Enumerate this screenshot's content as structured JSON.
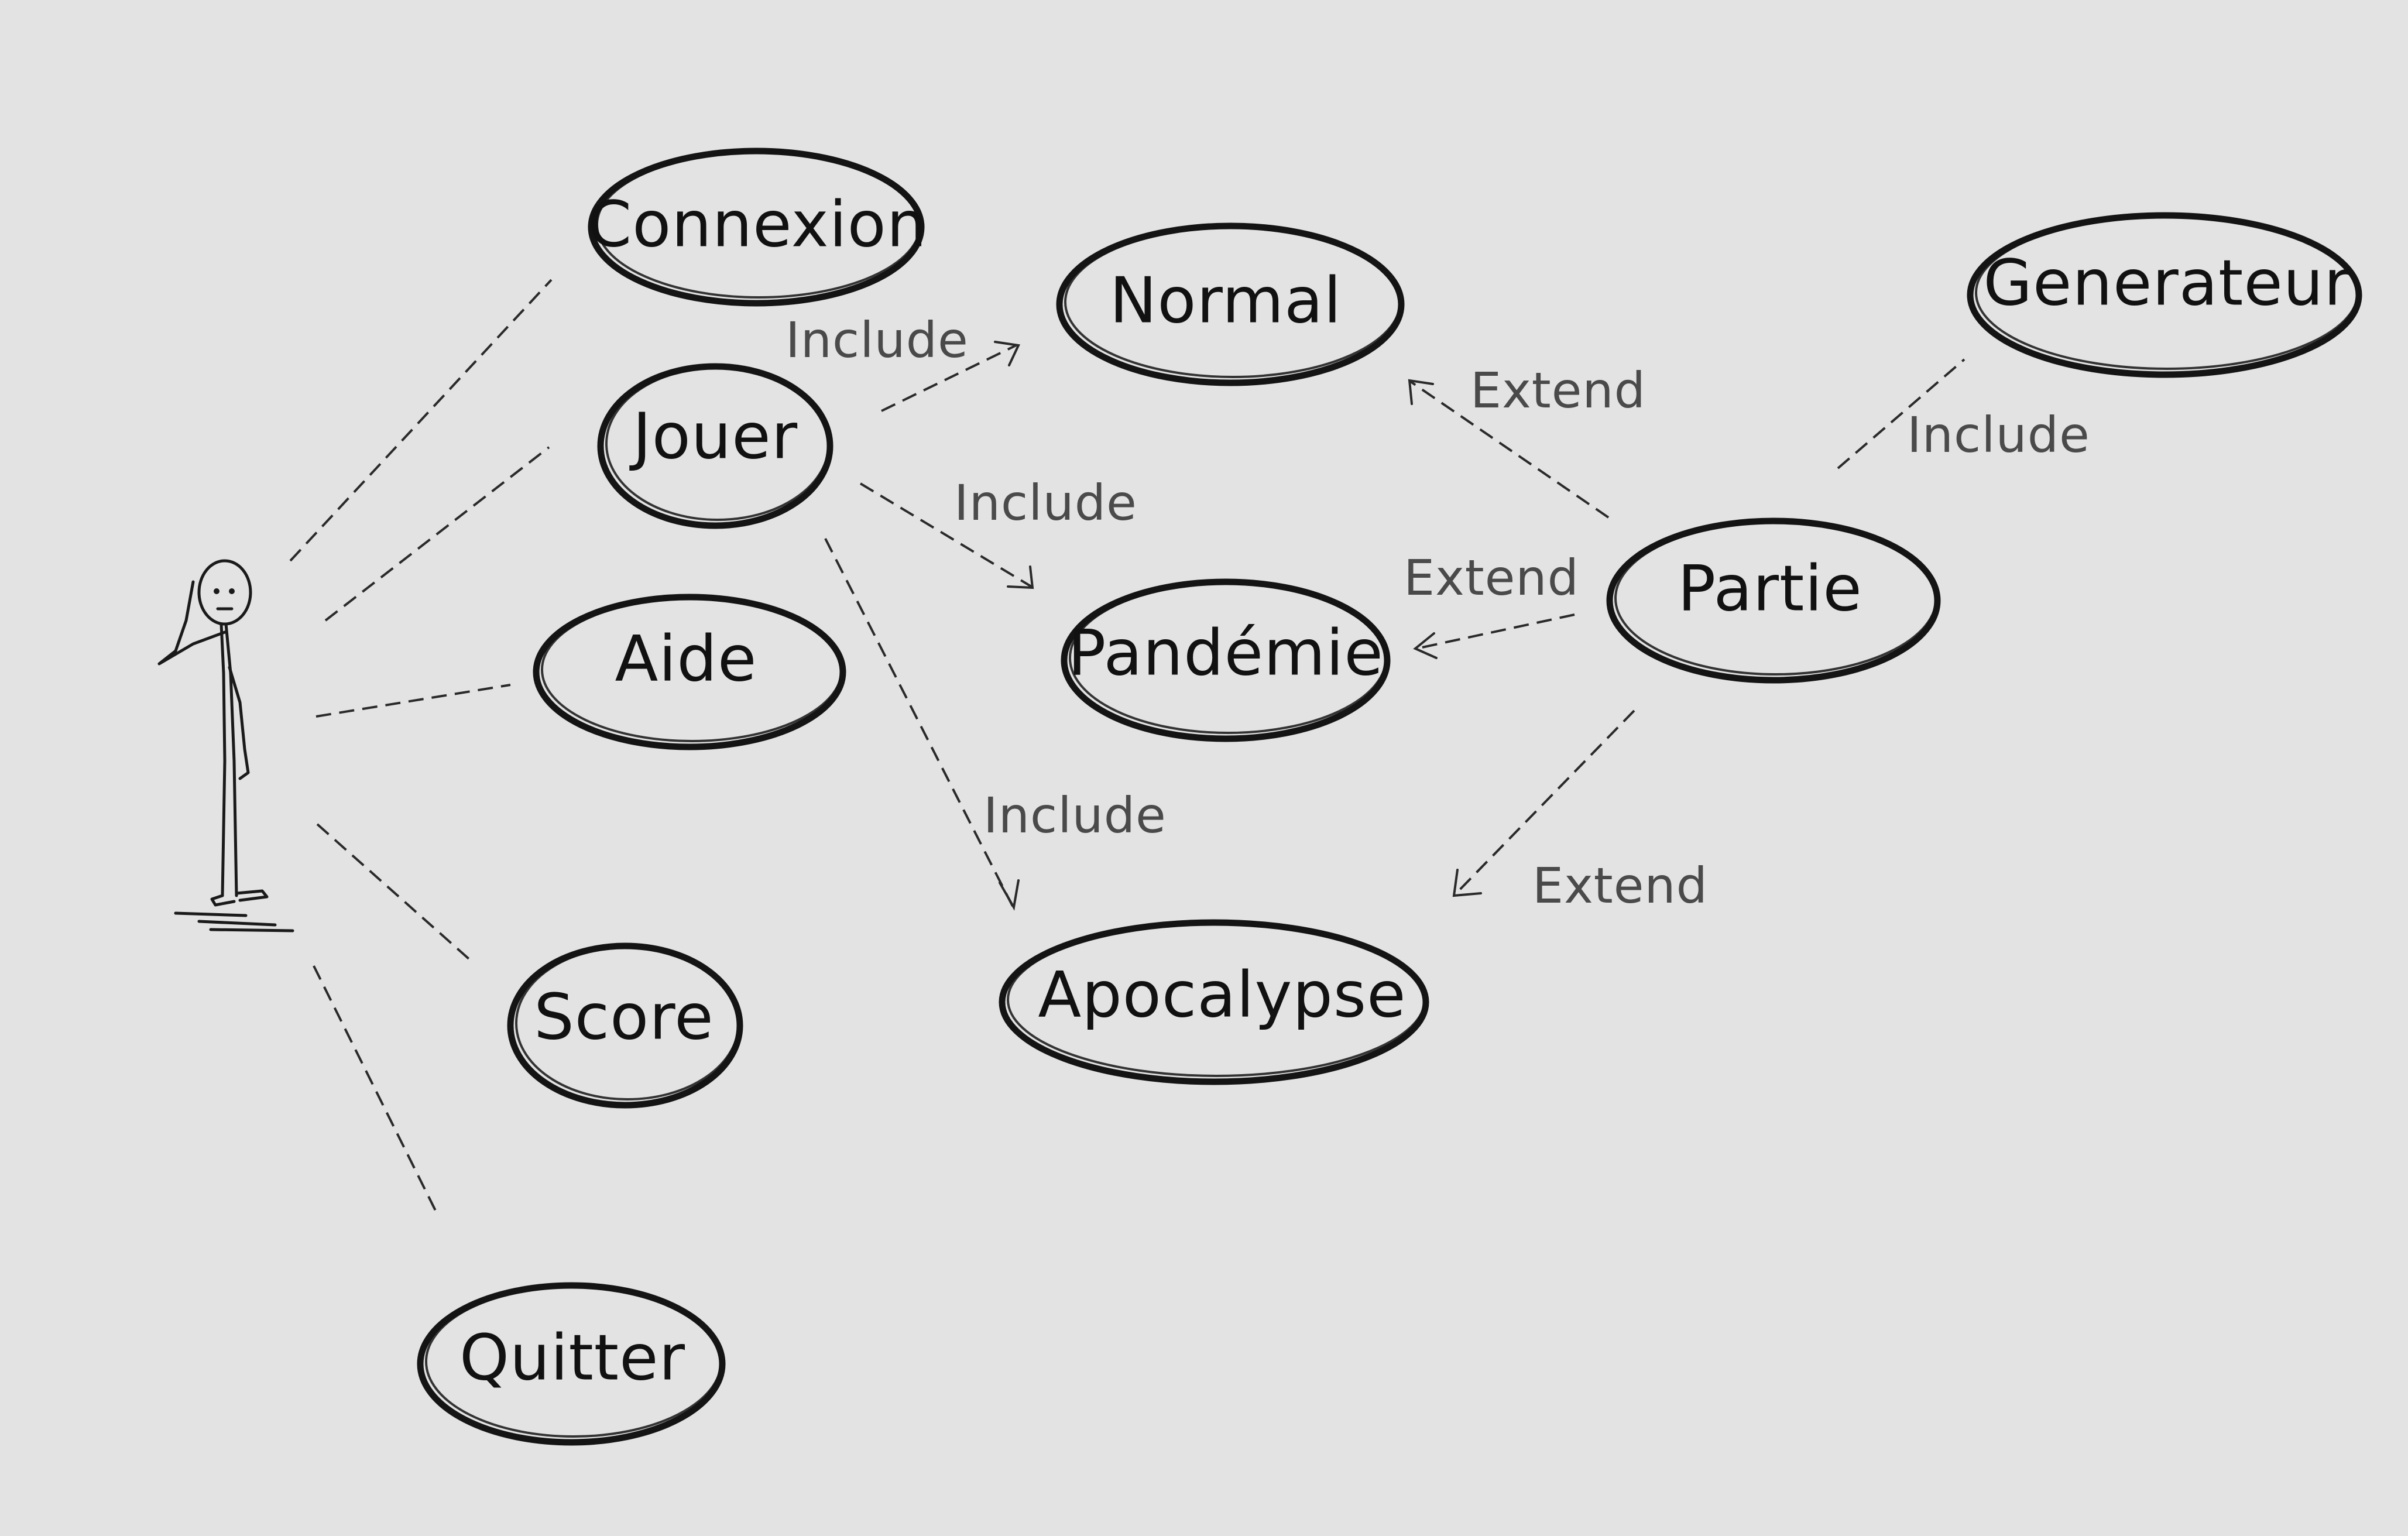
{
  "diagram": {
    "type": "use-case",
    "actor": {
      "name": ""
    },
    "use_cases": {
      "connexion": "Connexion",
      "jouer": "Jouer",
      "aide": "Aide",
      "score": "Score",
      "quitter": "Quitter",
      "normal": "Normal",
      "pandemie": "Pandémie",
      "apocalypse": "Apocalypse",
      "partie": "Partie",
      "generateur": "Generateur"
    },
    "relationships": [
      {
        "from": "Jouer",
        "to": "Normal",
        "label": "Include"
      },
      {
        "from": "Jouer",
        "to": "Pandémie",
        "label": "Include"
      },
      {
        "from": "Jouer",
        "to": "Apocalypse",
        "label": "Include"
      },
      {
        "from": "Partie",
        "to": "Normal",
        "label": "Extend"
      },
      {
        "from": "Partie",
        "to": "Pandémie",
        "label": "Extend"
      },
      {
        "from": "Partie",
        "to": "Apocalypse",
        "label": "Extend"
      },
      {
        "from": "Partie",
        "to": "Generateur",
        "label": "Include"
      }
    ],
    "associations": [
      "Connexion",
      "Jouer",
      "Aide",
      "Score",
      "Quitter"
    ]
  }
}
